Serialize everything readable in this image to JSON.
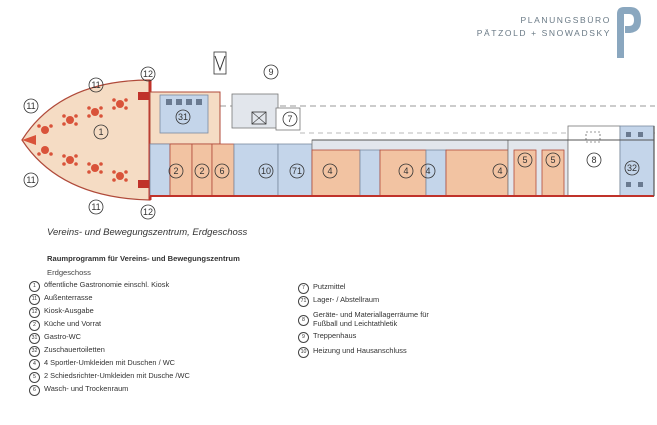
{
  "firm": {
    "line1": "PLANUNGSBÜRO",
    "line2": "PÄTZOLD + SNOWADSKY",
    "logo_color": "#8aa7bf"
  },
  "plan": {
    "caption": "Vereins- und Bewegungszentrum, Erdgeschoss",
    "labels": {
      "oval_center": "1",
      "terrace_top": "11",
      "terrace_left": "11",
      "terrace_left_lower": "11",
      "terrace_bottom": "11",
      "kiosk_top": "12",
      "kiosk_bottom": "12",
      "staircase": "9",
      "cleaning": "7",
      "gastro_wc": "31",
      "kitchen_a": "2",
      "kitchen_b": "2",
      "wash_room": "6",
      "heating": "10",
      "storage": "71",
      "locker_1": "4",
      "locker_2": "4",
      "locker_3": "4",
      "locker_4": "4",
      "referee_1": "5",
      "referee_2": "5",
      "equipment": "8",
      "spectator_wc": "32"
    },
    "colors": {
      "gastro": "#f5dcc4",
      "kitchen": "#f2c3a2",
      "wc": "#c4d5ea",
      "hall": "#e2e6ec",
      "wall": "#c0322a",
      "furniture": "#d9533a"
    }
  },
  "program": {
    "title": "Raumprogramm für Vereins- und Bewegungszentrum",
    "subtitle": "Erdgeschoss",
    "left": [
      {
        "num": "1",
        "text": "öffentliche Gastronomie einschl. Kiosk"
      },
      {
        "num": "11",
        "text": "Außenterrasse"
      },
      {
        "num": "12",
        "text": "Kiosk-Ausgabe"
      },
      {
        "num": "2",
        "text": "Küche und Vorrat"
      },
      {
        "num": "31",
        "text": "Gastro-WC"
      },
      {
        "num": "32",
        "text": "Zuschauertoiletten"
      },
      {
        "num": "4",
        "text": "4 Sportler-Umkleiden mit Duschen / WC"
      },
      {
        "num": "5",
        "text": "2 Schiedsrichter-Umkleiden mit Dusche /WC"
      },
      {
        "num": "6",
        "text": "Wasch- und Trockenraum"
      }
    ],
    "right": [
      {
        "num": "7",
        "text": "Putzmittel"
      },
      {
        "num": "71",
        "text": "Lager- / Abstellraum"
      },
      {
        "num": "8",
        "text": "Geräte- und Materiallagerräume für",
        "text2": "Fußball und Leichtathletik"
      },
      {
        "num": "9",
        "text": "Treppenhaus"
      },
      {
        "num": "10",
        "text": "Heizung und Hausanschluss"
      }
    ]
  }
}
